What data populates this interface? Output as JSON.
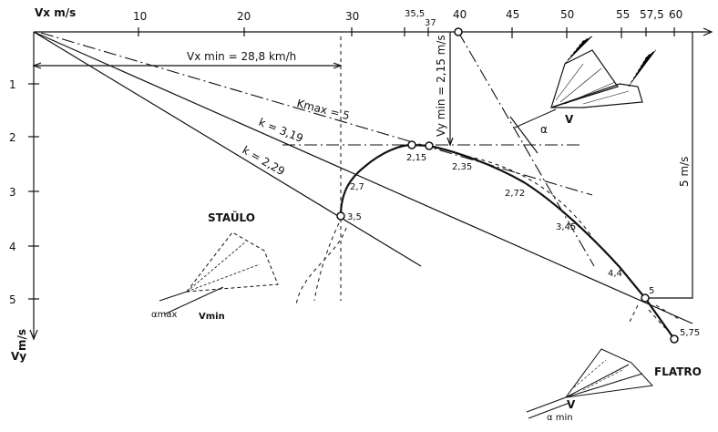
{
  "axes": {
    "x_label": "Vx  m/s",
    "y_label": "Vy",
    "y_unit": "m/s",
    "x_ticks": [
      "10",
      "20",
      "30",
      "35,5",
      "37",
      "40",
      "45",
      "50",
      "55",
      "57,5",
      "60"
    ],
    "y_ticks": [
      "1",
      "2",
      "3",
      "4",
      "5"
    ]
  },
  "annotations": {
    "vx_min": "Vx min = 28,8  km/h",
    "vy_min": "Vy min = 2,15 m/s",
    "k_max": "Kmax = 5",
    "k_319": "k = 3,19",
    "k_229": "k = 2,29",
    "five_ms": "5 m/s",
    "alpha": "α",
    "v": "V",
    "alpha_max": "αmax",
    "v_min": "Vmin",
    "alpha_min": "α min"
  },
  "point_labels": [
    "3,5",
    "2,7",
    "2,15",
    "2,35",
    "2,72",
    "3,45",
    "4,4",
    "5",
    "5,75"
  ],
  "states": {
    "stall": "STAŬLO",
    "flutter": "FLATRO"
  }
}
